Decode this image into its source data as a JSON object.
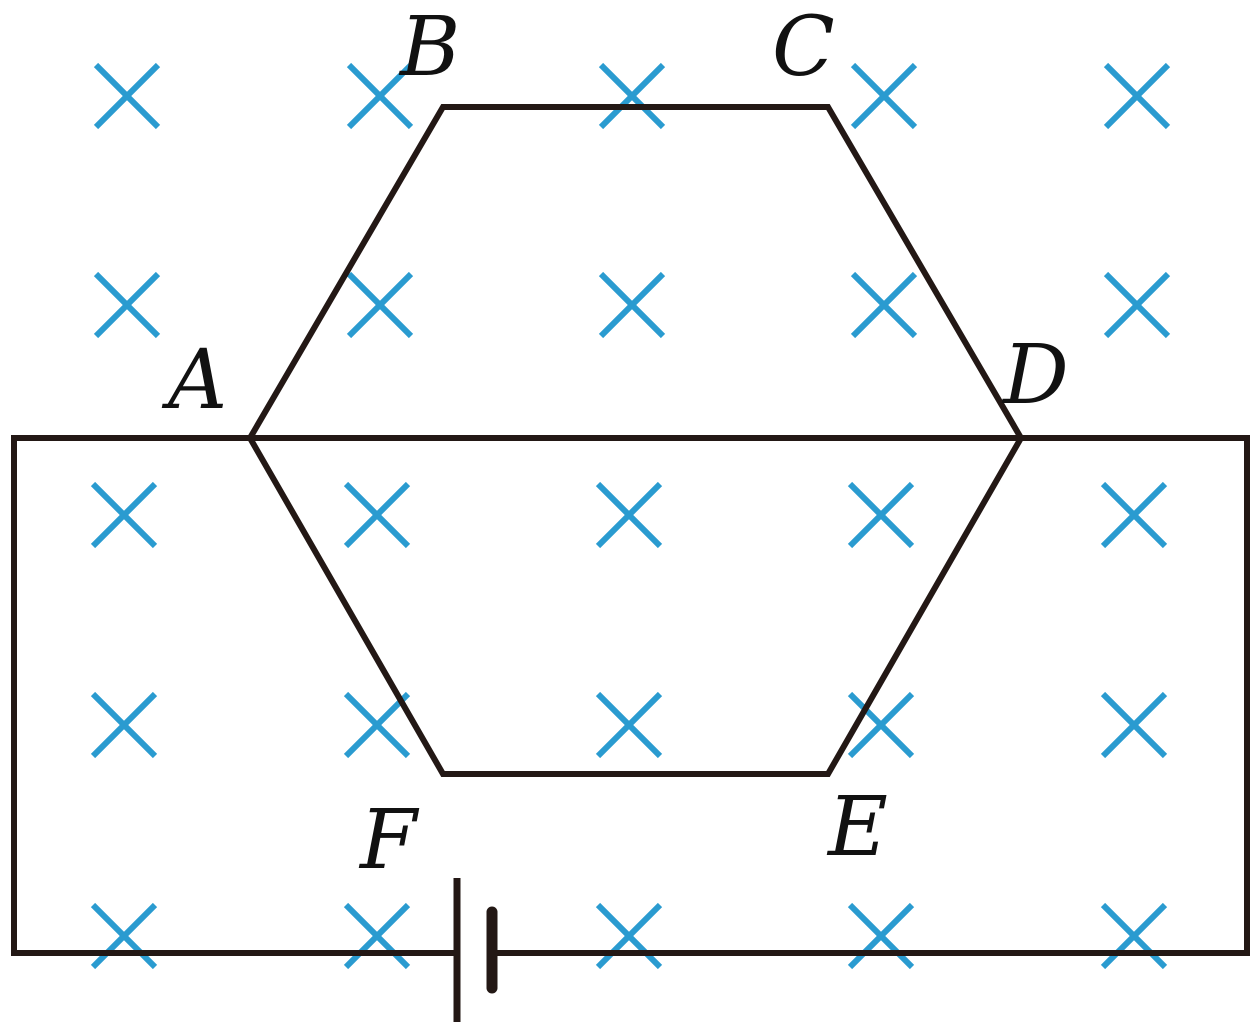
{
  "diagram": {
    "labels": {
      "A": "A",
      "B": "B",
      "C": "C",
      "D": "D",
      "E": "E",
      "F": "F"
    },
    "colors": {
      "field_marks": "#2a9bd0",
      "wire": "#231815",
      "text": "#111111",
      "background": "#ffffff"
    },
    "field_symbol": "cross-into-page-icon",
    "field_grid": {
      "rows": 5,
      "columns": 5
    }
  }
}
